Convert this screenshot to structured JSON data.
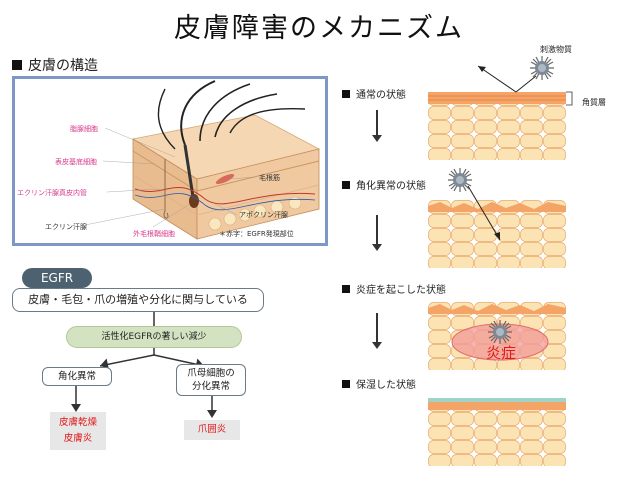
{
  "title": "皮膚障害のメカニズム",
  "left_section": {
    "heading": "皮膚の構造",
    "illustration_labels": {
      "sebaceous": "脂腺細胞",
      "epidermal_basal": "表皮基底細胞",
      "eccrine_duct": "エクリン汗腺真皮内管",
      "eccrine_gland": "エクリン汗腺",
      "arrector_pili": "毛根筋",
      "apocrine": "アポクリン汗腺",
      "outer_root_sheath": "外毛根鞘細胞",
      "egfr_note": "＊赤字：EGFR発現部位"
    }
  },
  "egfr": {
    "tag": "EGFR",
    "description": "皮膚・毛包・爪の増殖や分化に関与している",
    "decrease": "活性化EGFRの著しい減少",
    "branch_left": "角化異常",
    "branch_right_line1": "爪母細胞の",
    "branch_right_line2": "分化異常",
    "result_left_line1": "皮膚乾燥",
    "result_left_line2": "皮膚炎",
    "result_right": "爪囲炎"
  },
  "right_section": {
    "stimulant_label": "刺激物質",
    "stratum_corneum_label": "角質層",
    "states": [
      "通常の状態",
      "角化異常の状態",
      "炎症を起こした状態",
      "保湿した状態"
    ],
    "inflammation_label": "炎症"
  },
  "colors": {
    "frame_border": "#7e97c9",
    "egfr_tag_bg": "#4d6270",
    "pill_bg": "#d3e3c2",
    "result_text": "#e0191a",
    "inflammation": "#e0191a",
    "skin_cell": "#fbe3b4",
    "skin_line": "#e9a866"
  },
  "icons": {
    "virus": "spiky-ball-icon",
    "square": "black-square-bullet"
  }
}
